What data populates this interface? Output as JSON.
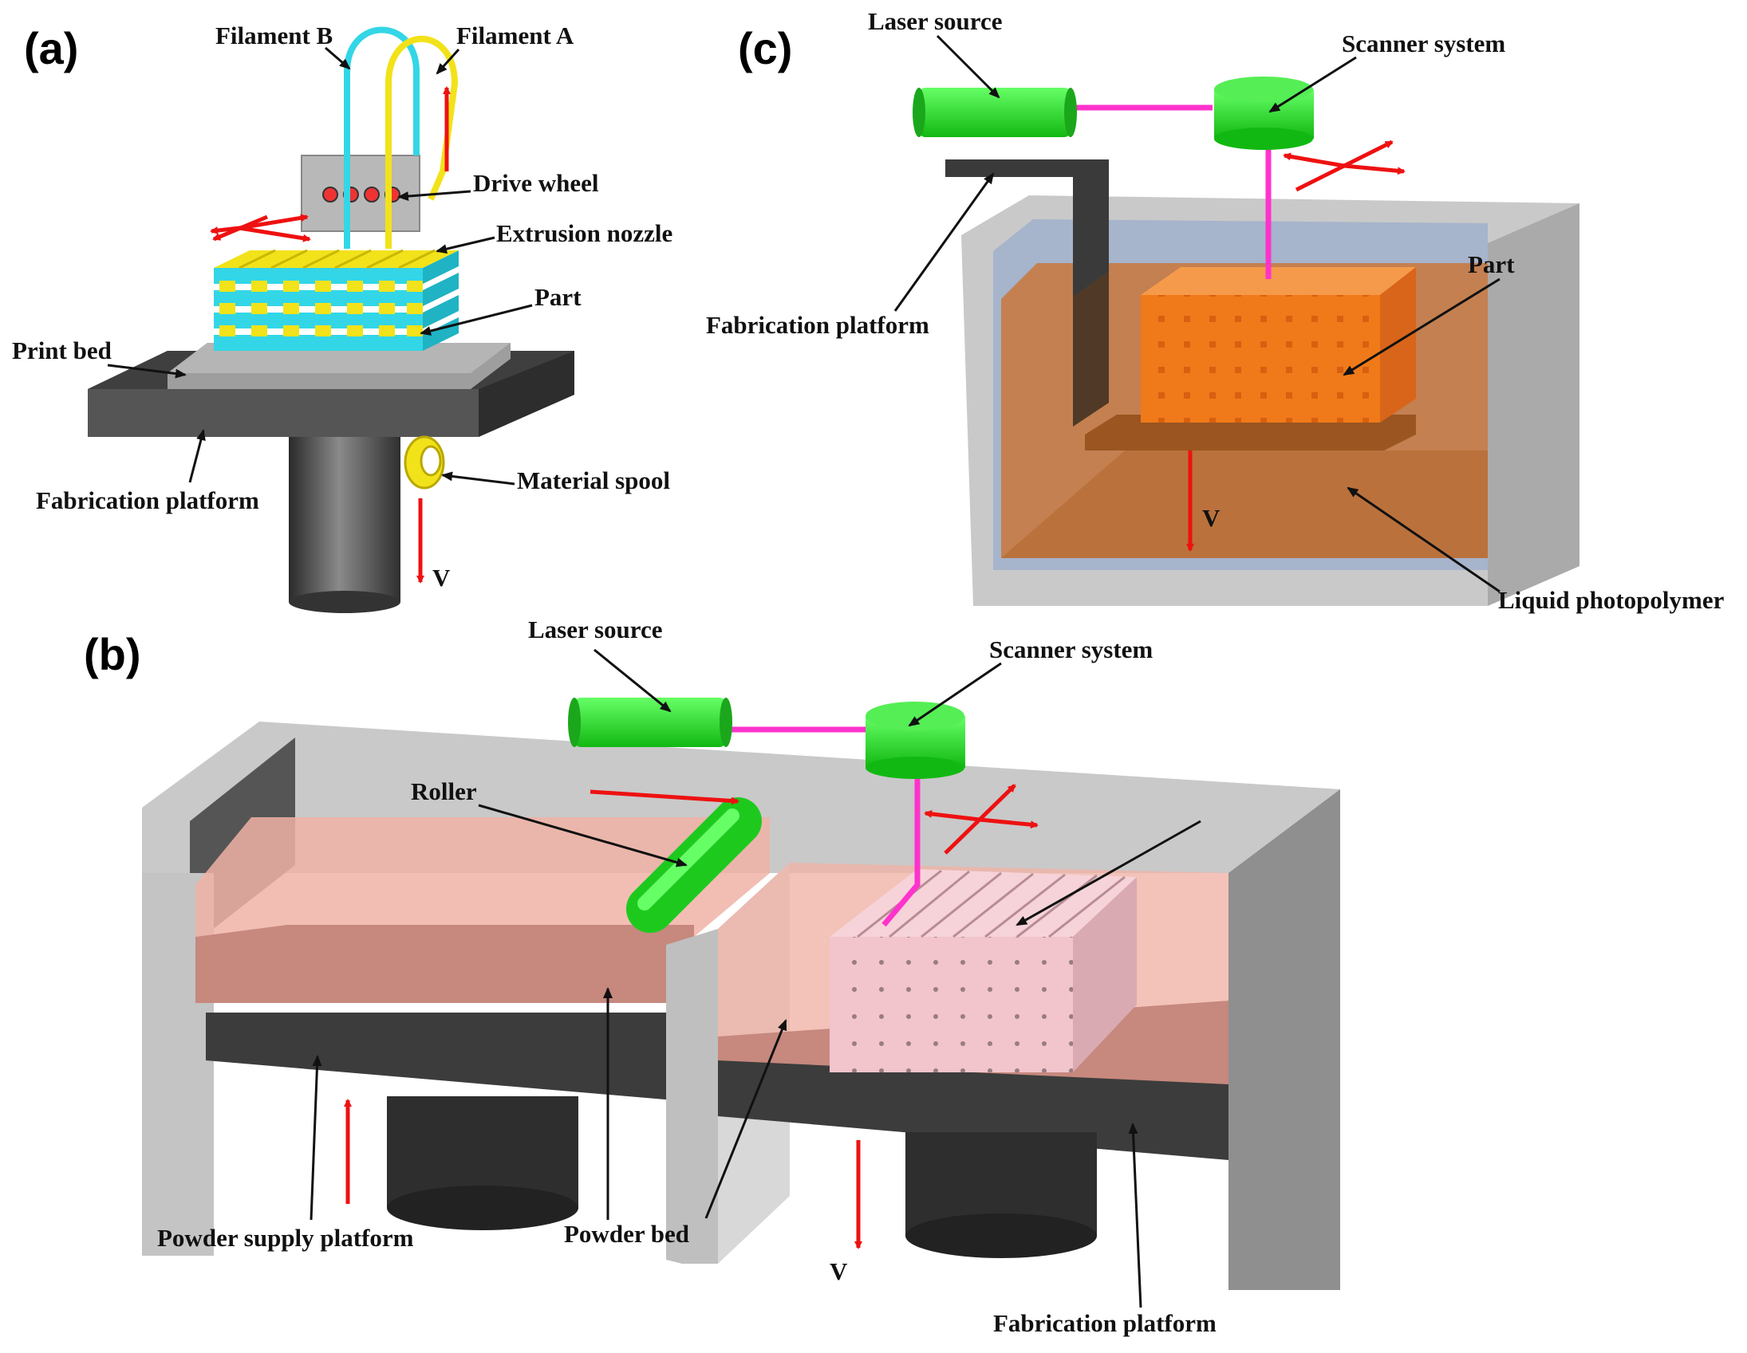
{
  "panels": {
    "a": {
      "tag": "(a)",
      "labels": {
        "filament_b": "Filament B",
        "filament_a": "Filament A",
        "drive_wheel": "Drive wheel",
        "extrusion_nozzle": "Extrusion nozzle",
        "part": "Part",
        "print_bed": "Print bed",
        "fabrication_platform": "Fabrication platform",
        "material_spool": "Material spool",
        "velocity": "V"
      }
    },
    "b": {
      "tag": "(b)",
      "labels": {
        "laser_source": "Laser source",
        "scanner_system": "Scanner system",
        "roller": "Roller",
        "powder_supply_platform": "Powder supply platform",
        "powder_bed": "Powder bed",
        "fabrication_platform": "Fabrication platform",
        "velocity": "V"
      }
    },
    "c": {
      "tag": "(c)",
      "labels": {
        "laser_source": "Laser source",
        "scanner_system": "Scanner system",
        "fabrication_platform": "Fabrication platform",
        "part": "Part",
        "liquid_photopolymer": "Liquid photopolymer",
        "velocity": "V"
      }
    }
  },
  "colors": {
    "cyan_filament": "#33d6e6",
    "yellow_filament": "#f2e21a",
    "green_laser": "#22dd22",
    "magenta_beam": "#ff33cc",
    "red_arrow": "#ee1111",
    "powder": "#f0b3a6",
    "photopolymer": "#c9773a",
    "part_orange": "#f07a1a",
    "part_pink": "#f2c4cc",
    "dark_platform": "#444444",
    "wall_gray": "#c9c9c9"
  }
}
